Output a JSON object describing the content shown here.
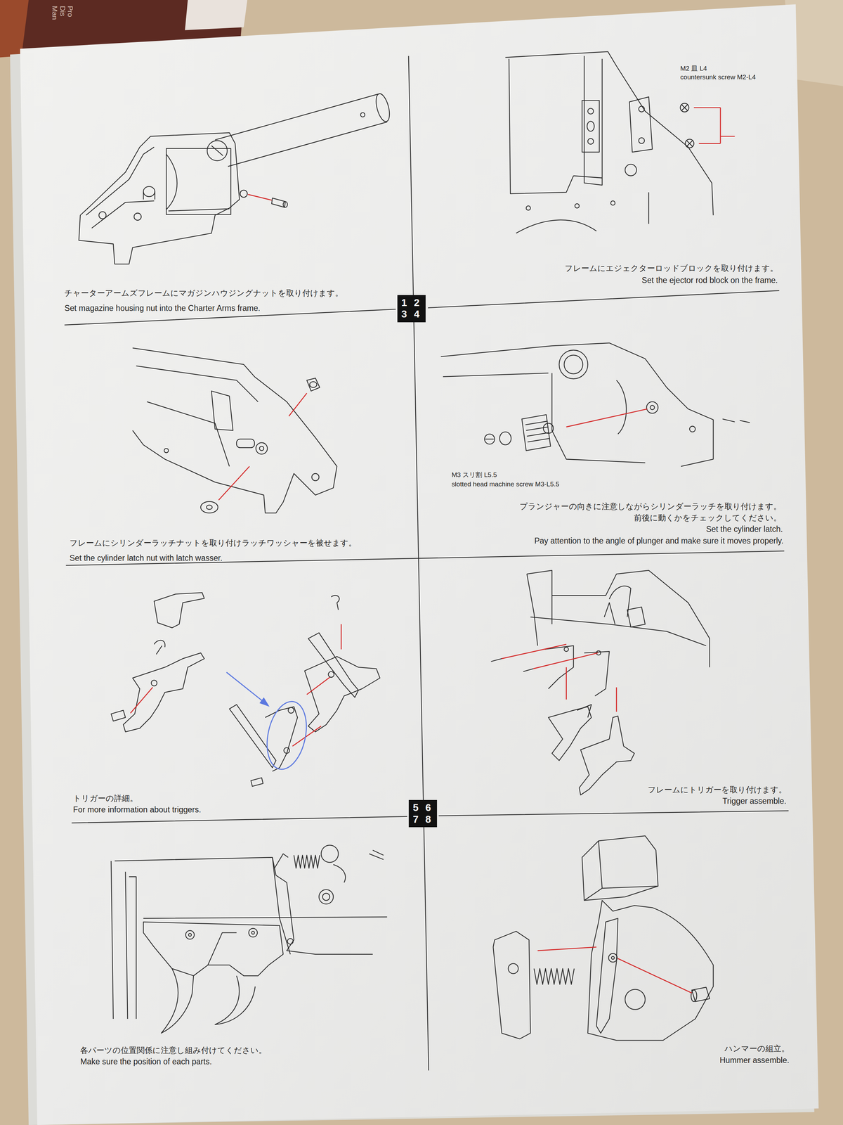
{
  "diagram": {
    "nodes": [
      {
        "text": [
          "1 2",
          "3 4"
        ]
      },
      {
        "text": [
          "5 6",
          "7 8"
        ]
      }
    ],
    "labels": [
      "Pro",
      "Dis",
      "Man",
      "チャーターアームズフレームにマガジンハウジングナットを取り付けます。",
      "Set magazine housing nut into the Charter Arms frame.",
      "M2 皿 L4",
      "countersunk screw M2-L4",
      "フレームにエジェクターロッドブロックを取り付けます。",
      "Set the ejector rod block on the frame.",
      "フレームにシリンダーラッチナットを取り付けラッチワッシャーを被せます。",
      "Set the cylinder latch nut with latch wasser.",
      "M3 スリ割 L5.5",
      "slotted head machine screw M3-L5.5",
      "プランジャーの向きに注意しながらシリンダーラッチを取り付けます。",
      "前後に動くかをチェックしてください。",
      "Set the cylinder latch.",
      "Pay attention to the angle of plunger and make sure it moves properly.",
      "トリガーの詳細。",
      "For more information about triggers.",
      "フレームにトリガーを取り付けます。",
      "Trigger assemble.",
      "各パーツの位置関係に注意し組み付けてください。",
      "Make sure the position of each parts.",
      "ハンマーの組立。",
      "Hummer assemble."
    ]
  }
}
